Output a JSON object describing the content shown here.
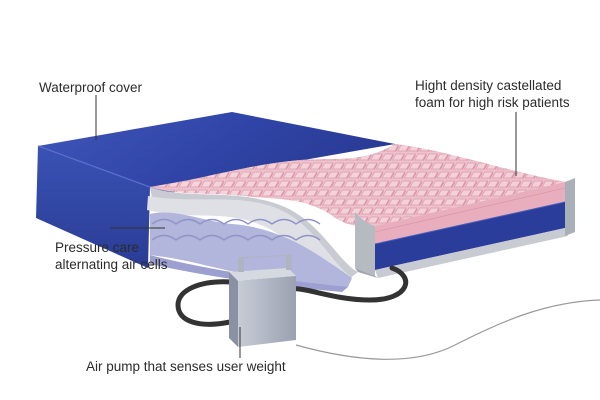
{
  "labels": {
    "cover": "Waterproof cover",
    "foam_line1": "Hight density castellated",
    "foam_line2": "foam for high risk patients",
    "air_line1": "Pressure care",
    "air_line2": "alternating air cells",
    "pump": "Air pump that senses user weight"
  },
  "colors": {
    "cover_blue": "#2b3fa3",
    "foam_pink": "#eab8c4",
    "frame_grey": "#b7bcc2",
    "air_cell_lavender": "#a9acd6",
    "hose": "#3a3a3a",
    "pump_body": "#aeb4c2"
  }
}
